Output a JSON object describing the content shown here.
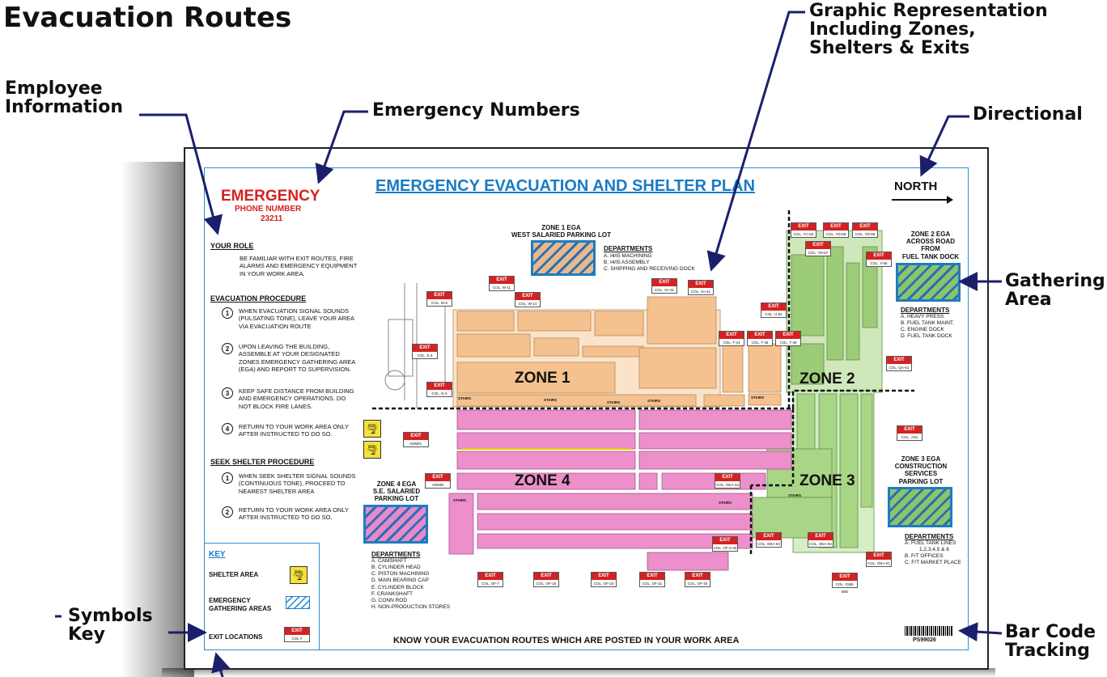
{
  "page_title": "Evacuation Routes",
  "callouts": {
    "employee_info": "Employee\nInformation",
    "emergency_numbers": "Emergency Numbers",
    "graphic_rep": "Graphic Representation\nIncluding Zones,\nShelters & Exits",
    "directional": "Directional",
    "gathering_area": "Gathering\nArea",
    "symbols_key": "Symbols\nKey",
    "bar_code": "Bar Code\nTracking"
  },
  "poster": {
    "emergency": "EMERGENCY",
    "phone_label": "PHONE NUMBER",
    "phone_number": "23211",
    "plan_title": "EMERGENCY EVACUATION AND SHELTER PLAN",
    "north": "NORTH",
    "your_role_head": "YOUR ROLE",
    "your_role_text": "BE FAMILIAR WITH EXIT ROUTES, FIRE ALARMS AND EMERGENCY EQUIPMENT IN YOUR WORK AREA.",
    "evac_head": "EVACUATION PROCEDURE",
    "evac_steps": [
      {
        "num": "1",
        "text": "WHEN EVACUATION SIGNAL SOUNDS (PULSATING TONE), LEAVE YOUR AREA VIA EVACUATION ROUTE"
      },
      {
        "num": "2",
        "text": "UPON LEAVING THE BUILDING, ASSEMBLE AT YOUR DESIGNATED ZONES EMERGENCY GATHERING AREA (EGA) AND REPORT TO SUPERVISION."
      },
      {
        "num": "3",
        "text": "KEEP SAFE DISTANCE FROM BUILDING AND EMERGENCY OPERATIONS. DO NOT BLOCK FIRE LANES."
      },
      {
        "num": "4",
        "text": "RETURN TO YOUR WORK AREA ONLY AFTER INSTRUCTED TO DO SO."
      }
    ],
    "shelter_head": "SEEK SHELTER PROCEDURE",
    "shelter_steps": [
      {
        "num": "1",
        "text": "WHEN SEEK SHELTER SIGNAL SOUNDS (CONTINUOUS TONE), PROCEED TO NEAREST SHELTER AREA"
      },
      {
        "num": "2",
        "text": "RETURN TO YOUR WORK AREA ONLY AFTER INSTRUCTED TO DO SO."
      }
    ],
    "key": {
      "title": "KEY",
      "shelter": "SHELTER AREA",
      "ega": "EMERGENCY GATHERING AREAS",
      "exit": "EXIT LOCATIONS",
      "exit_sample_top": "EXIT",
      "exit_sample_bottom": "COL #"
    },
    "zones": {
      "z1": "ZONE 1",
      "z2": "ZONE 2",
      "z3": "ZONE 3",
      "z4": "ZONE 4"
    },
    "ega": {
      "z1_title": "ZONE 1 EGA\nWEST SALARIED PARKING LOT",
      "z2_title": "ZONE 2 EGA\nACROSS ROAD\nFROM\nFUEL TANK DOCK",
      "z3_title": "ZONE 3 EGA\nCONSTRUCTION\nSERVICES\nPARKING LOT",
      "z4_title": "ZONE 4 EGA\nS.E. SALARIED\nPARKING LOT"
    },
    "departments": {
      "title": "DEPARTMENTS",
      "z1": [
        "A. I4/I5 MACHINING",
        "B. I4/I5 ASSEMBLY",
        "C. SHIPPING AND RECEIVING DOCK"
      ],
      "z2": [
        "A. HEAVY PRESS",
        "B. FUEL TANK MAINT.",
        "C. ENGINE DOCK",
        "D. FUEL TANK DOCK"
      ],
      "z3": [
        "A. FUEL TANK LINES",
        "1,2,3,4,5 & 6",
        "B. F/T OFFICES",
        "C. F/T MARKET PLACE"
      ],
      "z4": [
        "A. CAMSHAFT",
        "B. CYLINDER HEAD",
        "C. PISTON MACHINING",
        "D. MAIN BEARING CAP",
        "E. CYLINDER BLOCK",
        "F. CRANKSHAFT",
        "G. CONN ROD",
        "H. NON-PRODUCTION STORES"
      ]
    },
    "exits": [
      {
        "col": "COL. W-11"
      },
      {
        "col": "COL. W-6"
      },
      {
        "col": "COL. W-14"
      },
      {
        "col": "COL. VA-31"
      },
      {
        "col": "COL. VA-41"
      },
      {
        "col": "COL. U-51"
      },
      {
        "col": "COL. YC-53"
      },
      {
        "col": "COL. YD-58"
      },
      {
        "col": "COL. YD-59"
      },
      {
        "col": "COL. YD-57"
      },
      {
        "col": "COL. Y-68"
      },
      {
        "col": "COL. T-44"
      },
      {
        "col": "COL. T-46"
      },
      {
        "col": "COL. T-49"
      },
      {
        "col": "COL. S-3"
      },
      {
        "col": "COL. N-3"
      },
      {
        "col": "COL. QA-61"
      },
      {
        "col": "COL. J-61"
      },
      {
        "col": "ADMIN."
      },
      {
        "col": "ADMIN"
      },
      {
        "col": "COL. OEA-43"
      },
      {
        "col": "COL. OF-6-40"
      },
      {
        "col": "COL. OEA-53"
      },
      {
        "col": "COL. OEA-54"
      },
      {
        "col": "COL. OEA-61"
      },
      {
        "col": "COL. OSB-58D"
      },
      {
        "col": "COL. OF-7"
      },
      {
        "col": "COL. OF-15"
      },
      {
        "col": "COL. OF-23"
      },
      {
        "col": "COL. OF-31"
      },
      {
        "col": "COL. OF-40"
      }
    ],
    "exit_label": "EXIT",
    "stairs": "STAIRS",
    "footer": "KNOW YOUR EVACUATION ROUTES WHICH ARE POSTED IN YOUR WORK AREA",
    "barcode_number": "PS99026"
  },
  "colors": {
    "zone1": "#f5c18e",
    "zone2": "#9ccc78",
    "zone3": "#a9d686",
    "zone4": "#ec8fcb",
    "callout_arrow": "#1b1f6b",
    "title_blue": "#1a7bc4",
    "exit_red": "#d42222"
  }
}
